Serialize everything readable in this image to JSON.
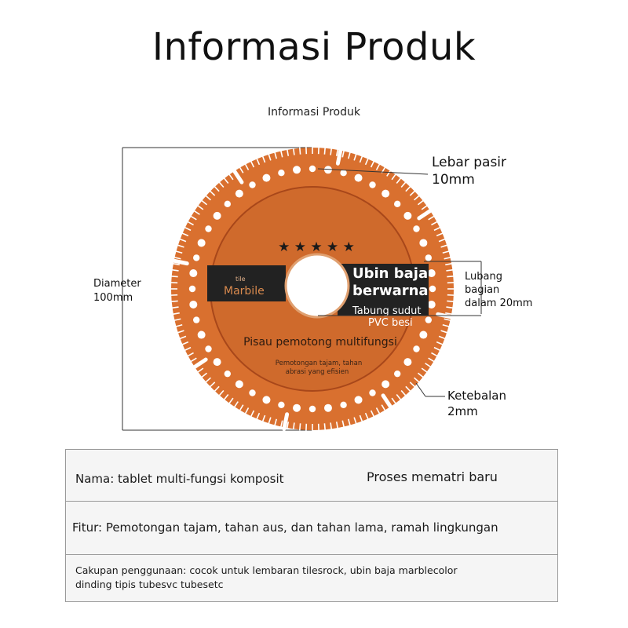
{
  "header": {
    "title": "Informasi Produk",
    "subtitle": "Informasi Produk"
  },
  "blade": {
    "color": "#d9702f",
    "stars": "★ ★ ★ ★ ★",
    "logo_small": "tile",
    "logo": "Marbile",
    "hub_line1": "Ubin baja",
    "hub_line2": "berwarna",
    "hub_line3": "Tabung sudut",
    "hub_line4": "PVC besi",
    "main_text": "Pisau pemotong multifungsi",
    "sub_text1": "Pemotongan tajam, tahan",
    "sub_text2": "abrasi yang efisien"
  },
  "callouts": {
    "diameter_l1": "Diameter",
    "diameter_l2": "100mm",
    "lebar_l1": "Lebar pasir",
    "lebar_l2": "10mm",
    "lubang_l1": "Lubang",
    "lubang_l2": "bagian",
    "lubang_l3": "dalam 20mm",
    "tebal_l1": "Ketebalan",
    "tebal_l2": "2mm"
  },
  "table": {
    "name": "Nama: tablet multi-fungsi komposit",
    "process": "Proses mematri baru",
    "features": "Fitur: Pemotongan tajam, tahan aus, dan tahan lama, ramah lingkungan",
    "scope_l1": "Cakupan penggunaan: cocok untuk lembaran tilesrock, ubin baja marblecolor",
    "scope_l2": "dinding tipis tubesvc tubesetc"
  }
}
